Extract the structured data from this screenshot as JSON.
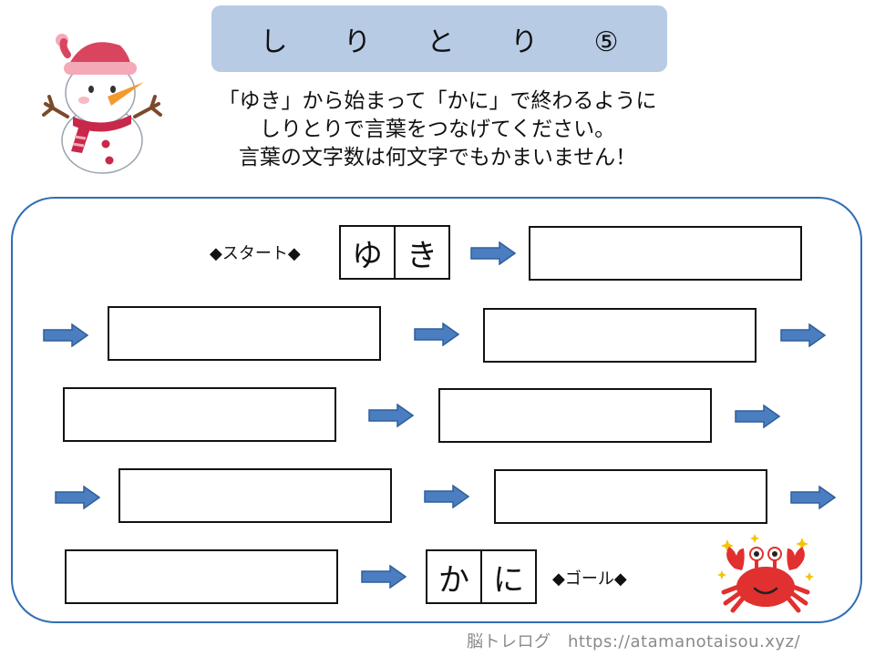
{
  "title": "し り と り ⑤",
  "instructions": [
    "「ゆき」から始まって「かに」で終わるように",
    "しりとりで言葉をつなげてください。",
    "言葉の文字数は何文字でもかまいません！"
  ],
  "start": {
    "label": "◆スタート◆",
    "chars": [
      "ゆ",
      "き"
    ]
  },
  "goal": {
    "label": "◆ゴール◆",
    "chars": [
      "か",
      "に"
    ]
  },
  "footer": "脳トレログ　https://atamanotaisou.xyz/",
  "colors": {
    "title_bg": "#b7cbe4",
    "frame": "#2f6db3",
    "arrow": "#4a7ec1",
    "footer": "#8a8a8a"
  },
  "icons": [
    "snowman-icon",
    "crab-icon",
    "arrow-right-icon"
  ]
}
